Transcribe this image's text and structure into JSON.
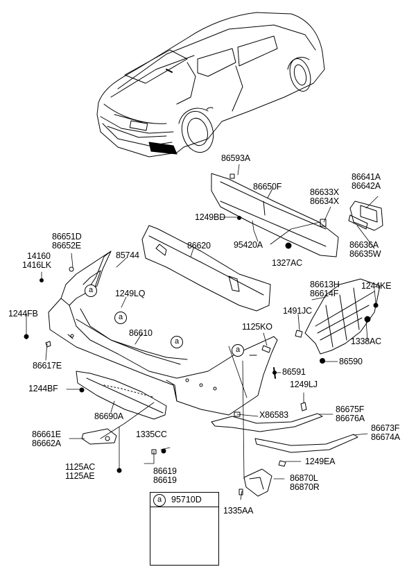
{
  "callout_letter": "a",
  "legend": {
    "badge": "a",
    "part_number": "95710D"
  },
  "labels": {
    "l_86593A": "86593A",
    "l_86641A": "86641A",
    "l_86642A": "86642A",
    "l_86650F": "86650F",
    "l_86633X": "86633X",
    "l_86634X": "86634X",
    "l_1249BD": "1249BD",
    "l_86651D": "86651D",
    "l_86652E": "86652E",
    "l_95420A": "95420A",
    "l_86636A": "86636A",
    "l_86635W": "86635W",
    "l_86620": "86620",
    "l_1327AC": "1327AC",
    "l_14160": "14160",
    "l_1416LK": "1416LK",
    "l_85744": "85744",
    "l_86613H": "86613H",
    "l_86614F": "86614F",
    "l_1244KE": "1244KE",
    "l_1249LQ": "1249LQ",
    "l_1244FB": "1244FB",
    "l_1491JC": "1491JC",
    "l_1125KO": "1125KO",
    "l_86610": "86610",
    "l_1338AC": "1338AC",
    "l_86617E": "86617E",
    "l_86590": "86590",
    "l_86591": "86591",
    "l_1249LJ": "1249LJ",
    "l_1244BF": "1244BF",
    "l_86675F": "86675F",
    "l_86676A": "86676A",
    "l_X86583": "X86583",
    "l_86673F": "86673F",
    "l_86674A": "86674A",
    "l_86690A": "86690A",
    "l_86661E": "86661E",
    "l_86662A": "86662A",
    "l_1335CC": "1335CC",
    "l_1249EA": "1249EA",
    "l_1125AC": "1125AC",
    "l_1125AE": "1125AE",
    "l_86619a": "86619",
    "l_86619b": "86619",
    "l_86870L": "86870L",
    "l_86870R": "86870R",
    "l_1335AA": "1335AA"
  }
}
